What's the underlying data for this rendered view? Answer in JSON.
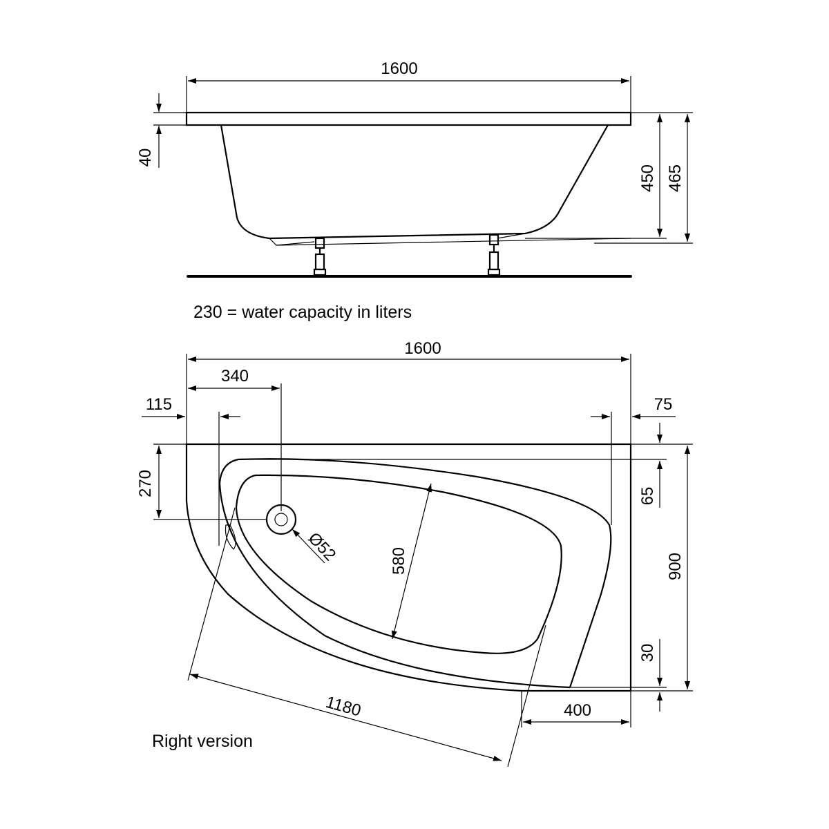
{
  "side_view": {
    "length": "1600",
    "rim_thickness": "40",
    "height_inner": "450",
    "height_total": "465"
  },
  "capacity_note": "230 = water capacity in liters",
  "top_view": {
    "length": "1600",
    "drain_offset_x": "340",
    "left_rim": "115",
    "right_rim": "75",
    "drain_offset_y": "270",
    "top_rim": "65",
    "width": "900",
    "bottom_rim": "30",
    "basin_width": "580",
    "drain_diameter": "Ø52",
    "diagonal_length": "1180",
    "bottom_straight": "400"
  },
  "version_label": "Right version"
}
